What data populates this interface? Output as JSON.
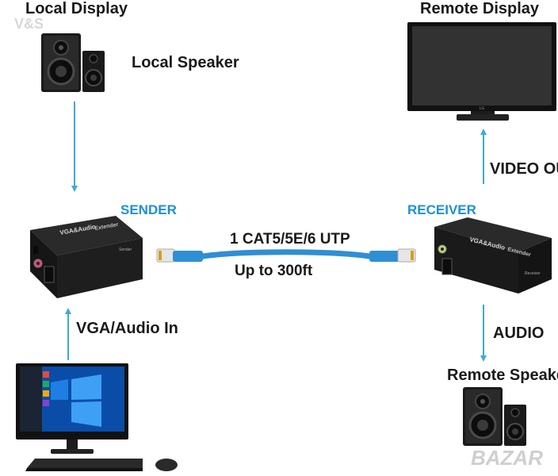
{
  "watermark_top": "V&S",
  "watermark_bottom": "BAZAR",
  "labels": {
    "local_display": "Local Display",
    "local_speaker": "Local Speaker",
    "remote_display": "Remote Display",
    "video_out": "VIDEO OUT",
    "sender": "SENDER",
    "receiver": "RECEIVER",
    "cable": "1 CAT5/5E/6 UTP",
    "distance": "Up to 300ft",
    "vga_audio_in": "VGA/Audio In",
    "audio": "AUDIO",
    "remote_speaker": "Remote Speaker"
  },
  "device_text": {
    "sender_brand": "VGA&Audio",
    "sender_model": "Extender",
    "sender_tag": "Sender",
    "receiver_brand": "VGA&Audio",
    "receiver_model": "Extender",
    "receiver_tag": "Receiver"
  },
  "tv_brand": "LG",
  "colors": {
    "arrow": "#3fa9d9",
    "accent_label": "#1e90d6",
    "cable": "#2f8fd4"
  }
}
